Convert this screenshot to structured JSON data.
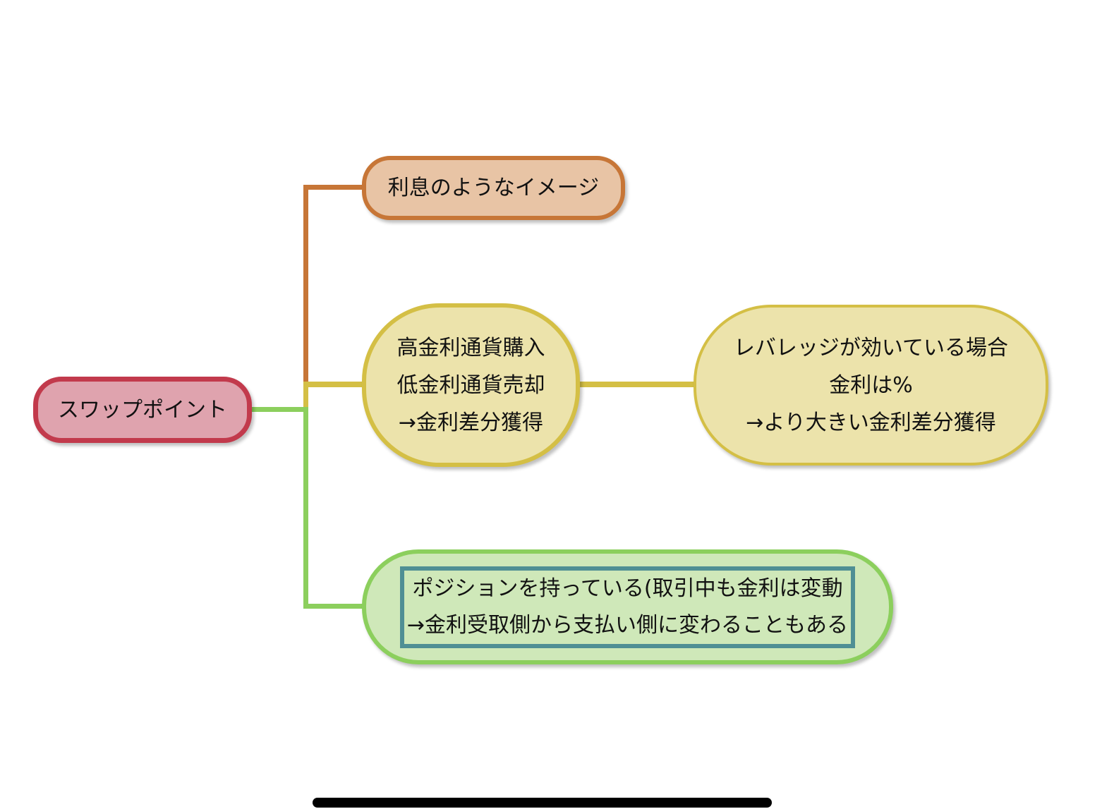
{
  "root": {
    "label": "スワップポイント",
    "fill": "#dfa3ae",
    "border": "#c23a4c"
  },
  "branches": [
    {
      "lines": [
        "利息のようなイメージ"
      ],
      "fill": "#e8c4a5",
      "border": "#c77637"
    },
    {
      "lines": [
        "高金利通貨購入",
        "低金利通貨売却",
        "→金利差分獲得"
      ],
      "fill": "#ece3ab",
      "border": "#d4bf45",
      "child": {
        "lines": [
          "レバレッジが効いている場合",
          "金利は%",
          "→より大きい金利差分獲得"
        ]
      }
    },
    {
      "lines": [
        "ポジションを持っている(取引中も金利は変動",
        "→金利受取側から支払い側に変わることもある"
      ],
      "fill": "#cfe8b9",
      "border": "#8ccf5d"
    }
  ]
}
